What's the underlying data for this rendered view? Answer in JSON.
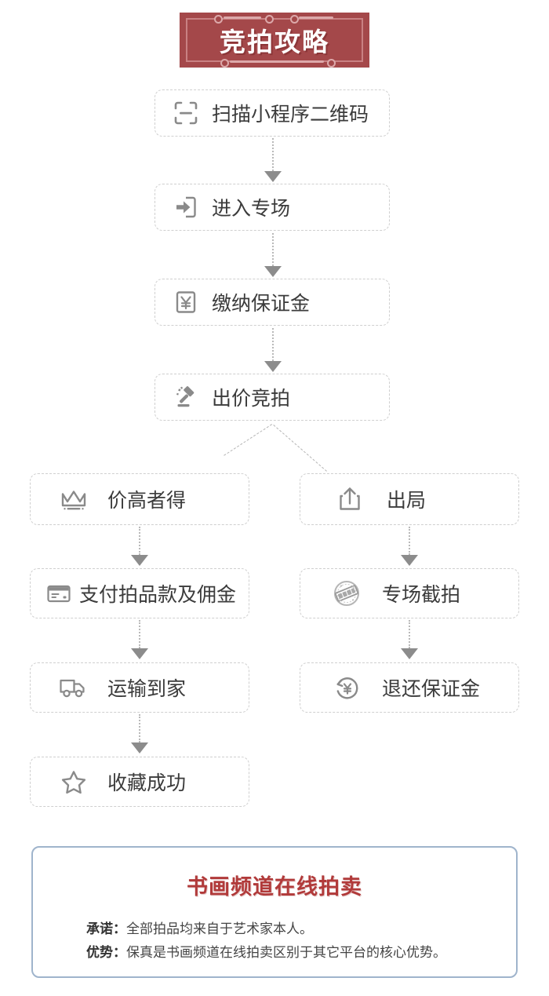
{
  "banner": {
    "title": "竞拍攻略",
    "bg_color": "#a4484a",
    "text_color": "#ffffff"
  },
  "flow": {
    "nodes": [
      {
        "id": "scan",
        "label": "扫描小程序二维码",
        "icon": "qr-scan-icon"
      },
      {
        "id": "enter",
        "label": "进入专场",
        "icon": "enter-door-icon"
      },
      {
        "id": "deposit",
        "label": "缴纳保证金",
        "icon": "yen-square-icon"
      },
      {
        "id": "bid",
        "label": "出价竞拍",
        "icon": "gavel-icon"
      },
      {
        "id": "win",
        "label": "价高者得",
        "icon": "crown-icon"
      },
      {
        "id": "out",
        "label": "出局",
        "icon": "share-export-icon"
      },
      {
        "id": "pay",
        "label": "支付拍品款及佣金",
        "icon": "credit-card-icon"
      },
      {
        "id": "close",
        "label": "专场截拍",
        "icon": "stamp-seal-icon"
      },
      {
        "id": "ship",
        "label": "运输到家",
        "icon": "truck-icon"
      },
      {
        "id": "refund",
        "label": "退还保证金",
        "icon": "refund-yen-icon"
      },
      {
        "id": "done",
        "label": "收藏成功",
        "icon": "star-icon"
      }
    ],
    "border_color": "#cfcfcf",
    "arrow_color": "#8c8c8c"
  },
  "footer": {
    "title": "书画频道在线拍卖",
    "title_color": "#b13a3a",
    "border_color": "#9fb4cc",
    "lines": [
      {
        "key": "承诺：",
        "text": "全部拍品均来自于艺术家本人。"
      },
      {
        "key": "优势：",
        "text": "保真是书画频道在线拍卖区别于其它平台的核心优势。"
      }
    ]
  }
}
